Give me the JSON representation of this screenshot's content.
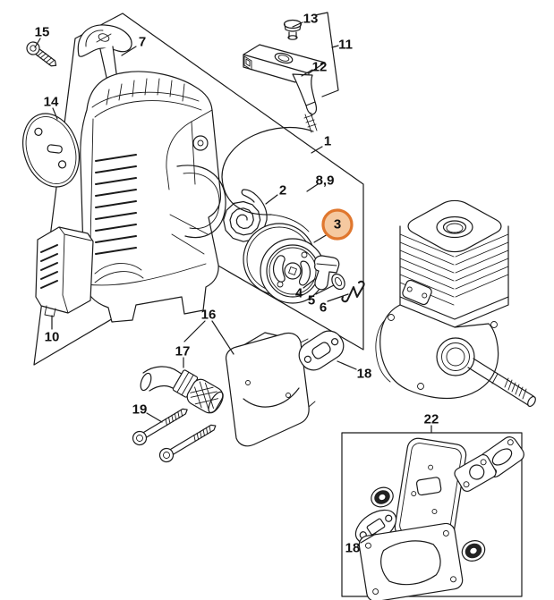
{
  "diagram": {
    "type": "exploded-parts-diagram",
    "background": "#ffffff",
    "line_color": "#1a1a1a",
    "labels": {
      "p1": "1",
      "p2": "2",
      "p3": "3",
      "p4": "4",
      "p5": "5",
      "p6": "6",
      "p7": "7",
      "p89": "8,9",
      "p10": "10",
      "p11": "11",
      "p12": "12",
      "p13": "13",
      "p14": "14",
      "p15": "15",
      "p16": "16",
      "p17": "17",
      "p18a": "18",
      "p18b": "18",
      "p19": "19",
      "p22": "22"
    },
    "highlight": {
      "part": "3",
      "fill": "#f5c9a0",
      "stroke": "#e0772e"
    }
  }
}
